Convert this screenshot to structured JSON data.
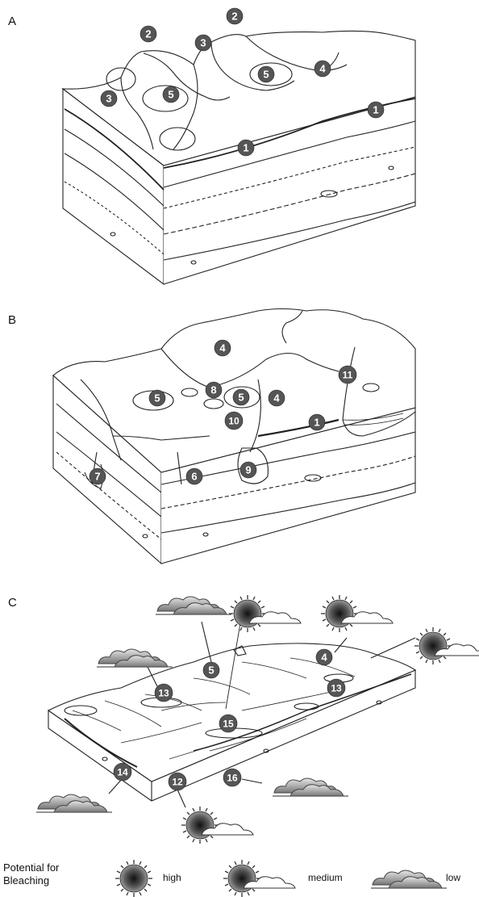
{
  "panels": [
    {
      "letter": "A",
      "markers": [
        "1",
        "1",
        "2",
        "2",
        "3",
        "3",
        "4",
        "5",
        "5"
      ]
    },
    {
      "letter": "B",
      "markers": [
        "1",
        "4",
        "4",
        "5",
        "5",
        "6",
        "7",
        "8",
        "9",
        "10",
        "11"
      ]
    },
    {
      "letter": "C",
      "markers": [
        "4",
        "5",
        "12",
        "13",
        "13",
        "14",
        "15",
        "16"
      ]
    }
  ],
  "legend": {
    "title_line1": "Potential for",
    "title_line2": "Bleaching",
    "items": [
      {
        "label": "high",
        "icon": "sun-icon"
      },
      {
        "label": "medium",
        "icon": "sun-behind-cloud-icon"
      },
      {
        "label": "low",
        "icon": "cloud-icon"
      }
    ]
  },
  "colors": {
    "marker_fill": "#555555",
    "marker_text": "#ffffff",
    "line": "#222222"
  }
}
